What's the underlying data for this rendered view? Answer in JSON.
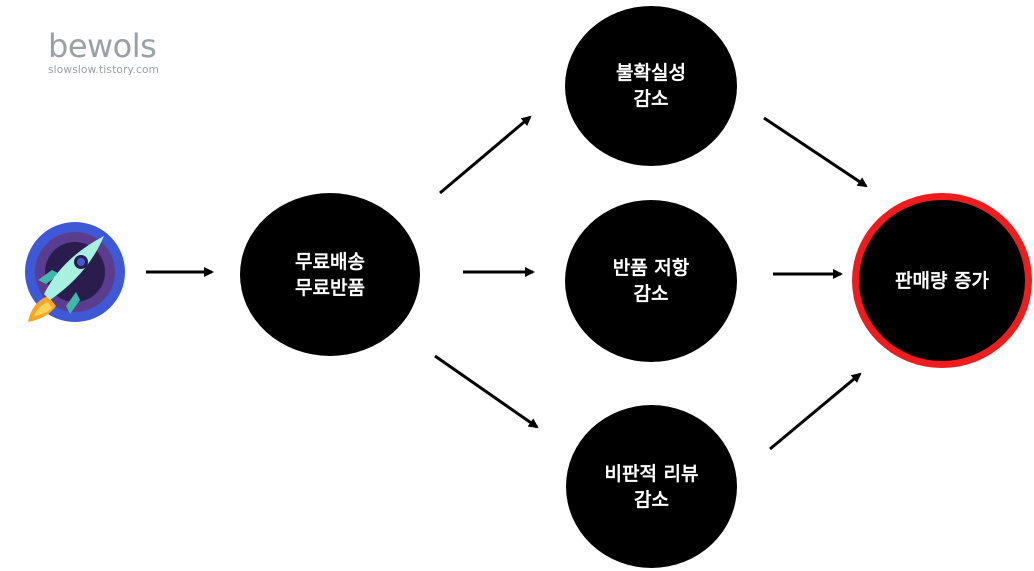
{
  "logo": {
    "name": "bewols",
    "url": "slowslow.tistory.com"
  },
  "icons": {
    "start": "rocket-icon"
  },
  "colors": {
    "node_fill": "#000000",
    "node_text": "#ffffff",
    "result_border": "#ee1c1c",
    "arrow": "#000000",
    "logo": "#9aa0a6"
  },
  "nodes": {
    "cause": {
      "line1": "무료배송",
      "line2": "무료반품"
    },
    "uncertainty": {
      "line1": "불확실성",
      "line2": "감소"
    },
    "resistance": {
      "line1": "반품 저항",
      "line2": "감소"
    },
    "reviews": {
      "line1": "비판적 리뷰",
      "line2": "감소"
    },
    "result": {
      "line1": "판매량 증가"
    }
  }
}
